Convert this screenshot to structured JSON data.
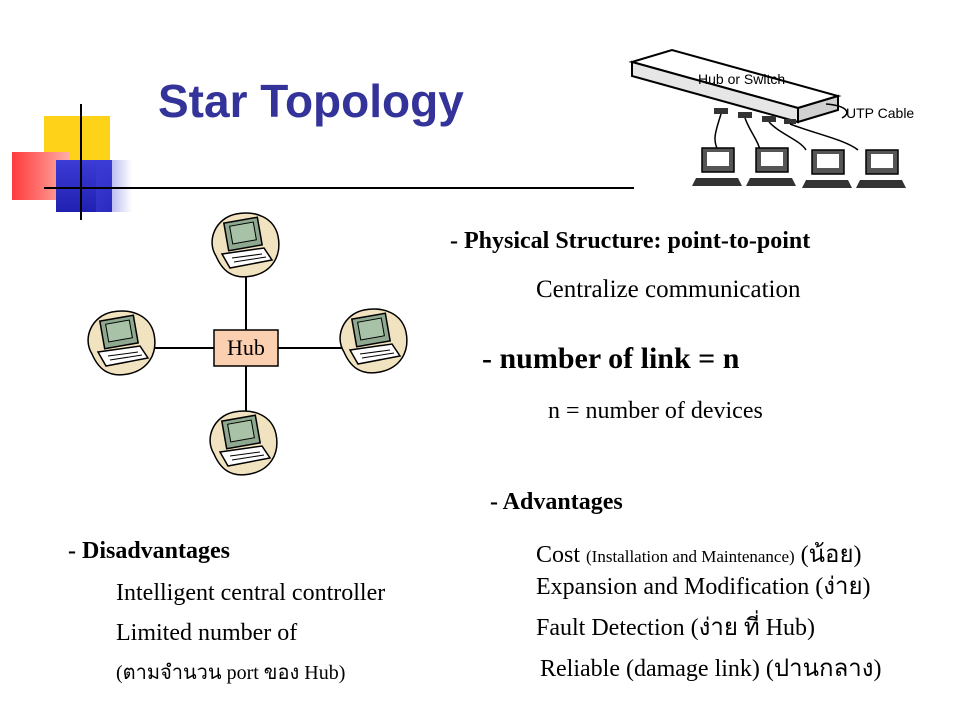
{
  "title": "Star Topology",
  "switch_figure": {
    "device_label": "Hub or Switch",
    "cable_label": "UTP Cable"
  },
  "star_diagram": {
    "hub_label": "Hub"
  },
  "physical_structure": {
    "heading": "- Physical Structure: point-to-point",
    "detail": "Centralize communication"
  },
  "links": {
    "heading": "- number of link = n",
    "detail": "n = number  of devices"
  },
  "advantages": {
    "heading": "- Advantages",
    "items": [
      {
        "main": "Cost",
        "small": "(Installation and Maintenance)",
        "note": "(น้อย)"
      },
      {
        "main": "Expansion and Modification",
        "note": "(ง่าย)"
      },
      {
        "main": "Fault Detection",
        "note": "(ง่าย ที่ Hub)"
      },
      {
        "main": "Reliable (damage link)",
        "note": "(ปานกลาง)"
      }
    ]
  },
  "disadvantages": {
    "heading": "- Disadvantages",
    "items": [
      "Intelligent central controller",
      "Limited number of"
    ],
    "note": "(ตามจำนวน port ของ Hub)"
  }
}
